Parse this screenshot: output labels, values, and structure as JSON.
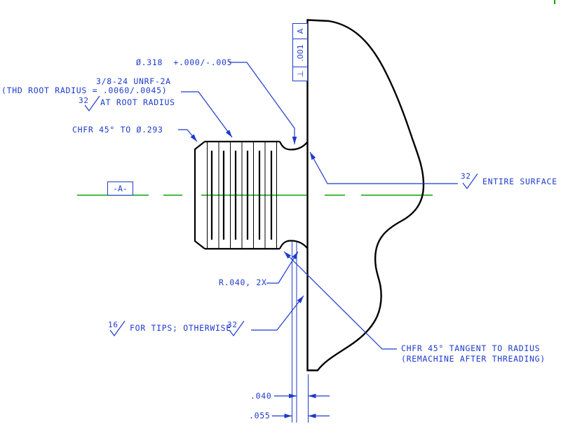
{
  "colors": {
    "annotation_blue": "#1e3bcd",
    "centerline_green": "#00a300",
    "geometry_black": "#000000"
  },
  "notes": {
    "diameter_callout": "Ø.318  +.000/-.005",
    "thread_spec": "3/8-24 UNRF-2A",
    "thread_root_radius": "(THD ROOT RADIUS = .0060/.0045)",
    "root_finish_value": "32",
    "root_finish_label": "AT ROOT RADIUS",
    "chamfer_end": "CHFR 45° TO Ø.293",
    "entire_surface_value": "32",
    "entire_surface_label": "ENTIRE SURFACE",
    "relief_radius": "R.040, 2X",
    "tips_finish_value": "16",
    "tips_label": "FOR TIPS; OTHERWISE",
    "tips_finish_value_2": "32",
    "chamfer_tangent_line1": "CHFR 45° TANGENT TO RADIUS",
    "chamfer_tangent_line2": "(REMACHINE AFTER THREADING)"
  },
  "dimensions": {
    "groove_width": ".040",
    "groove_to_face": ".055"
  },
  "datum": {
    "label": "-A-"
  },
  "fcf": {
    "symbol": "⊥",
    "tolerance": ".001",
    "datum_ref": "A"
  }
}
